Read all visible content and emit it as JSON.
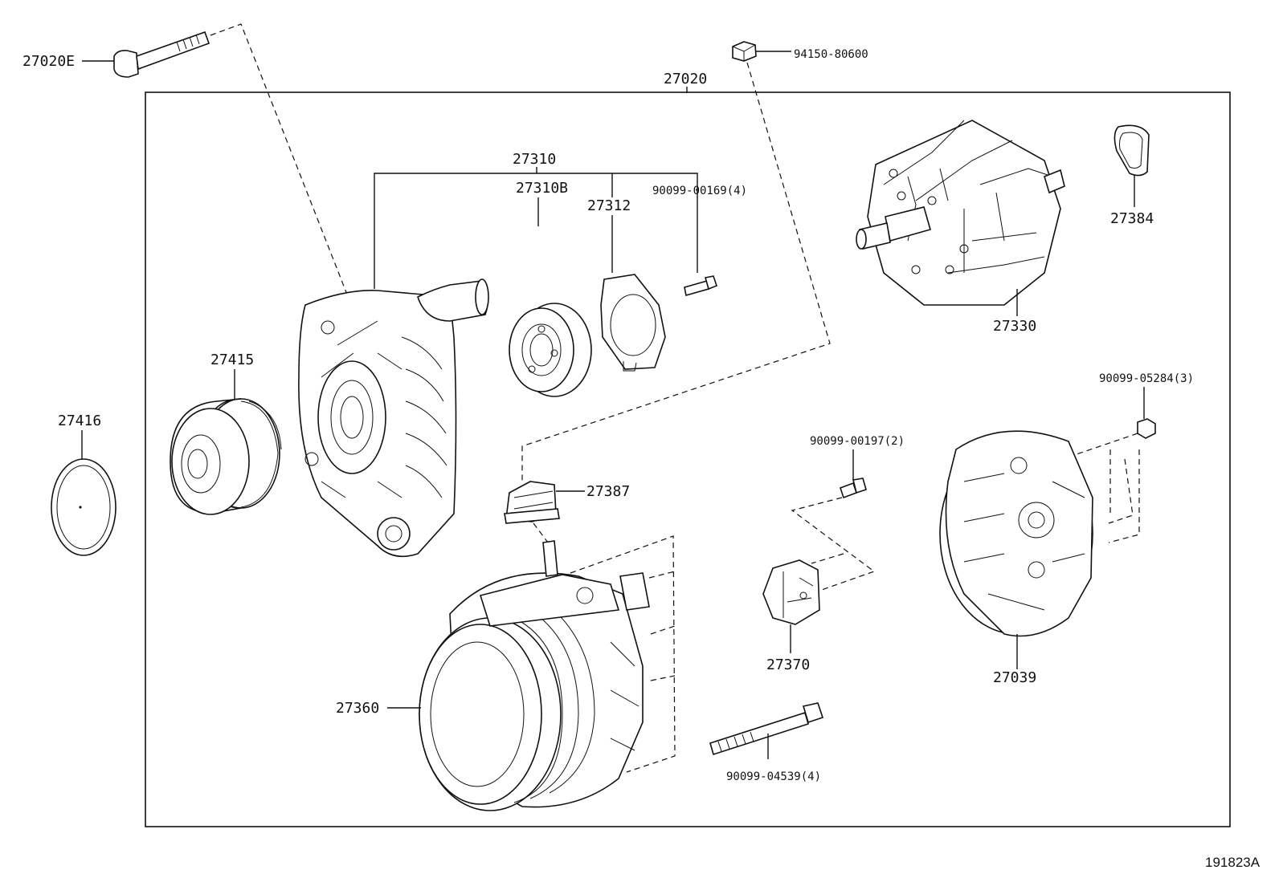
{
  "labels": {
    "p27020E": "27020E",
    "p94150": "94150-80600",
    "p27020": "27020",
    "p27310": "27310",
    "p27310B": "27310B",
    "p27312": "27312",
    "p90099_00169": "90099-00169(4)",
    "p27384": "27384",
    "p27330": "27330",
    "p27415": "27415",
    "p27416": "27416",
    "p90099_05284": "90099-05284(3)",
    "p90099_00197": "90099-00197(2)",
    "p27387": "27387",
    "p27370": "27370",
    "p27039": "27039",
    "p27360": "27360",
    "p90099_04539": "90099-04539(4)"
  },
  "diagram_code": "191823A"
}
